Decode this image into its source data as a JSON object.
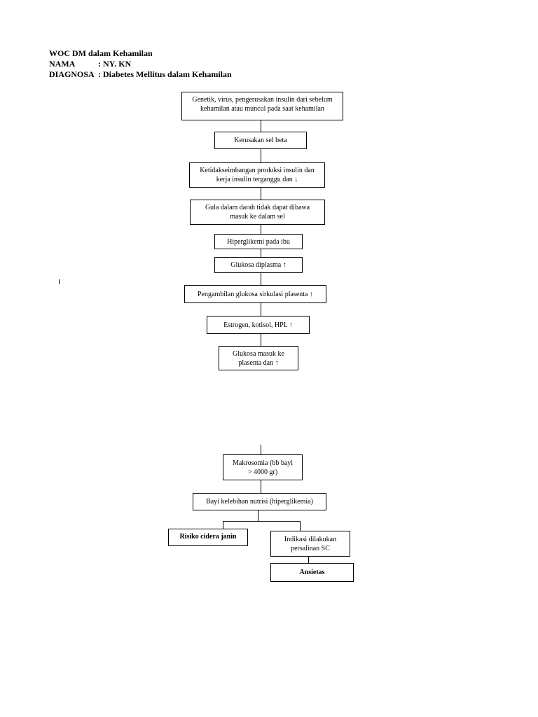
{
  "header": {
    "title": "WOC DM dalam Kehamilan",
    "nama_label": "NAMA",
    "nama_value": ": NY. KN",
    "diagnosa_label": "DIAGNOSA",
    "diagnosa_value": ": Diabetes Mellitus dalam Kehamilan"
  },
  "flow": {
    "genetik": [
      "Genetik, virus, pengerusakan insulin dari sebelum",
      "kehamilan atau muncul pada saat kehamilan"
    ],
    "kerusakan": "Kerusakan sel beta",
    "ketidakseimbangan": [
      "Ketidakseimbangan produksi insulin dan",
      "kerja insulin terganggu dan ↓"
    ],
    "gula": [
      "Gula dalam darah tidak dapat dibawa",
      "masuk ke dalam sel"
    ],
    "hiperglikemi": "Hiperglikemi pada ibu",
    "glukosa_plasma": "Glukosa diplasma ↑",
    "pengambilan": "Pengambilan glukosa sirkulasi plasenta ↑",
    "estrogen": "Estrogen, kotisol, HPL ↑",
    "glukosa_plasenta": [
      "Glukosa masuk ke",
      "plasenta dan ↑"
    ],
    "makrosomia": [
      "Makrosomia (bb bayi",
      "> 4000 gr)"
    ],
    "bayi": "Bayi kelebihan nutrisi (hiperglikemia)",
    "risiko": "Risiko cidera janin",
    "indikasi": [
      "Indikasi dilakukan",
      "persalinan SC"
    ],
    "ansietas": "Ansietas"
  }
}
